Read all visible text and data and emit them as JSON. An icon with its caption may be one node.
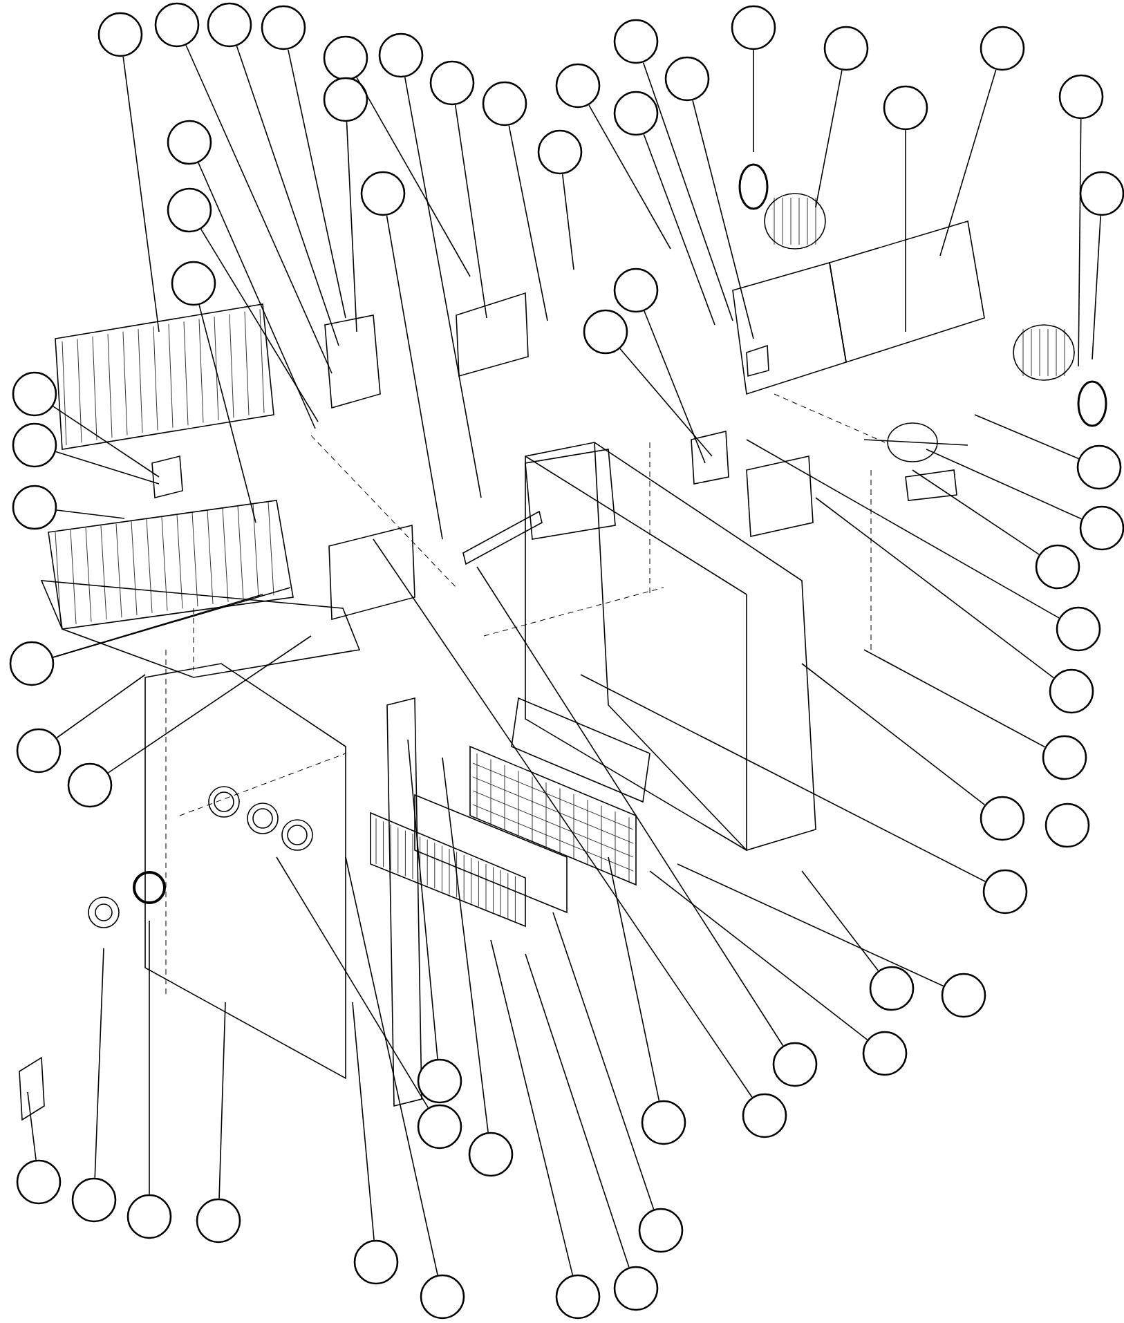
{
  "diagram": {
    "nodes": [
      {
        "text": [],
        "shape": "circle"
      },
      {
        "text": [],
        "shape": "circle"
      },
      {
        "text": [],
        "shape": "circle"
      },
      {
        "text": [],
        "shape": "circle"
      },
      {
        "text": [],
        "shape": "circle"
      },
      {
        "text": [],
        "shape": "circle"
      },
      {
        "text": [],
        "shape": "circle"
      },
      {
        "text": [],
        "shape": "circle"
      },
      {
        "text": [],
        "shape": "circle"
      },
      {
        "text": [],
        "shape": "circle"
      },
      {
        "text": [],
        "shape": "circle"
      },
      {
        "text": [],
        "shape": "circle"
      },
      {
        "text": [],
        "shape": "circle"
      },
      {
        "text": [],
        "shape": "circle"
      },
      {
        "text": [],
        "shape": "circle"
      },
      {
        "text": [],
        "shape": "circle"
      },
      {
        "text": [],
        "shape": "circle"
      },
      {
        "text": [],
        "shape": "circle"
      },
      {
        "text": [],
        "shape": "circle"
      },
      {
        "text": [],
        "shape": "circle"
      },
      {
        "text": [],
        "shape": "circle"
      },
      {
        "text": [],
        "shape": "circle"
      },
      {
        "text": [],
        "shape": "circle"
      },
      {
        "text": [],
        "shape": "circle"
      },
      {
        "text": [],
        "shape": "circle"
      },
      {
        "text": [],
        "shape": "circle"
      },
      {
        "text": [],
        "shape": "circle"
      },
      {
        "text": [],
        "shape": "circle"
      },
      {
        "text": [],
        "shape": "circle"
      },
      {
        "text": [],
        "shape": "circle"
      },
      {
        "text": [],
        "shape": "circle"
      },
      {
        "text": [],
        "shape": "circle"
      },
      {
        "text": [],
        "shape": "circle"
      },
      {
        "text": [],
        "shape": "circle"
      },
      {
        "text": [],
        "shape": "circle"
      },
      {
        "text": [],
        "shape": "circle"
      },
      {
        "text": [],
        "shape": "circle"
      },
      {
        "text": [],
        "shape": "circle"
      },
      {
        "text": [],
        "shape": "circle"
      },
      {
        "text": [],
        "shape": "circle"
      },
      {
        "text": [],
        "shape": "circle"
      },
      {
        "text": [],
        "shape": "circle"
      },
      {
        "text": [],
        "shape": "circle"
      },
      {
        "text": [],
        "shape": "circle"
      },
      {
        "text": [],
        "shape": "circle"
      },
      {
        "text": [],
        "shape": "circle"
      },
      {
        "text": [],
        "shape": "circle"
      },
      {
        "text": [],
        "shape": "circle"
      },
      {
        "text": [],
        "shape": "circle"
      },
      {
        "text": [],
        "shape": "circle"
      },
      {
        "text": [],
        "shape": "circle"
      },
      {
        "text": [],
        "shape": "circle"
      },
      {
        "text": [],
        "shape": "circle"
      },
      {
        "text": [],
        "shape": "circle"
      },
      {
        "text": [],
        "shape": "circle"
      },
      {
        "text": [],
        "shape": "circle"
      },
      {
        "text": [],
        "shape": "circle"
      },
      {
        "text": [],
        "shape": "circle"
      },
      {
        "text": [],
        "shape": "circle"
      }
    ],
    "edges": [
      {
        "from": 0,
        "to": null,
        "arrow": "none"
      },
      {
        "from": 1,
        "to": null,
        "arrow": "none"
      },
      {
        "from": 2,
        "to": null,
        "arrow": "none"
      },
      {
        "from": 3,
        "to": null,
        "arrow": "none"
      },
      {
        "from": 4,
        "to": null,
        "arrow": "none"
      },
      {
        "from": 5,
        "to": null,
        "arrow": "none"
      },
      {
        "from": 6,
        "to": null,
        "arrow": "none"
      },
      {
        "from": 7,
        "to": null,
        "arrow": "none"
      },
      {
        "from": 8,
        "to": null,
        "arrow": "none"
      },
      {
        "from": 9,
        "to": null,
        "arrow": "none"
      },
      {
        "from": 10,
        "to": null,
        "arrow": "none"
      },
      {
        "from": 11,
        "to": null,
        "arrow": "none"
      },
      {
        "from": 12,
        "to": null,
        "arrow": "none"
      },
      {
        "from": 13,
        "to": null,
        "arrow": "none"
      },
      {
        "from": 14,
        "to": null,
        "arrow": "none"
      },
      {
        "from": 15,
        "to": null,
        "arrow": "none"
      },
      {
        "from": 16,
        "to": null,
        "arrow": "none"
      },
      {
        "from": 17,
        "to": null,
        "arrow": "none"
      },
      {
        "from": 18,
        "to": null,
        "arrow": "none"
      },
      {
        "from": 19,
        "to": null,
        "arrow": "none"
      },
      {
        "from": 20,
        "to": null,
        "arrow": "none"
      },
      {
        "from": 21,
        "to": null,
        "arrow": "none"
      },
      {
        "from": 22,
        "to": null,
        "arrow": "none"
      },
      {
        "from": 23,
        "to": null,
        "arrow": "none"
      },
      {
        "from": 24,
        "to": null,
        "arrow": "none"
      },
      {
        "from": 25,
        "to": null,
        "arrow": "none"
      },
      {
        "from": 26,
        "to": null,
        "arrow": "none"
      },
      {
        "from": 27,
        "to": null,
        "arrow": "none"
      },
      {
        "from": 28,
        "to": null,
        "arrow": "none"
      },
      {
        "from": 29,
        "to": null,
        "arrow": "none"
      },
      {
        "from": 29,
        "to": null,
        "arrow": "none"
      },
      {
        "from": 30,
        "to": null,
        "arrow": "none"
      },
      {
        "from": 31,
        "to": null,
        "arrow": "none"
      },
      {
        "from": 32,
        "to": null,
        "arrow": "none"
      },
      {
        "from": 33,
        "to": null,
        "arrow": "none"
      },
      {
        "from": 34,
        "to": null,
        "arrow": "none"
      },
      {
        "from": 35,
        "to": null,
        "arrow": "none"
      },
      {
        "from": 36,
        "to": null,
        "arrow": "none"
      },
      {
        "from": 37,
        "to": null,
        "arrow": "none"
      },
      {
        "from": 38,
        "to": null,
        "arrow": "none"
      },
      {
        "from": 40,
        "to": null,
        "arrow": "none"
      },
      {
        "from": 41,
        "to": null,
        "arrow": "none"
      },
      {
        "from": 42,
        "to": null,
        "arrow": "none"
      },
      {
        "from": 43,
        "to": null,
        "arrow": "none"
      },
      {
        "from": 44,
        "to": null,
        "arrow": "none"
      },
      {
        "from": 45,
        "to": null,
        "arrow": "none"
      },
      {
        "from": 46,
        "to": null,
        "arrow": "none"
      },
      {
        "from": 47,
        "to": null,
        "arrow": "none"
      },
      {
        "from": 48,
        "to": null,
        "arrow": "none"
      },
      {
        "from": 49,
        "to": null,
        "arrow": "none"
      },
      {
        "from": 50,
        "to": null,
        "arrow": "none"
      },
      {
        "from": 51,
        "to": null,
        "arrow": "none"
      },
      {
        "from": 52,
        "to": null,
        "arrow": "none"
      },
      {
        "from": 53,
        "to": null,
        "arrow": "none"
      },
      {
        "from": 54,
        "to": null,
        "arrow": "none"
      },
      {
        "from": 55,
        "to": null,
        "arrow": "none"
      },
      {
        "from": 56,
        "to": null,
        "arrow": "none"
      },
      {
        "from": 57,
        "to": null,
        "arrow": "none"
      },
      {
        "from": 58,
        "to": null,
        "arrow": "none"
      }
    ]
  }
}
